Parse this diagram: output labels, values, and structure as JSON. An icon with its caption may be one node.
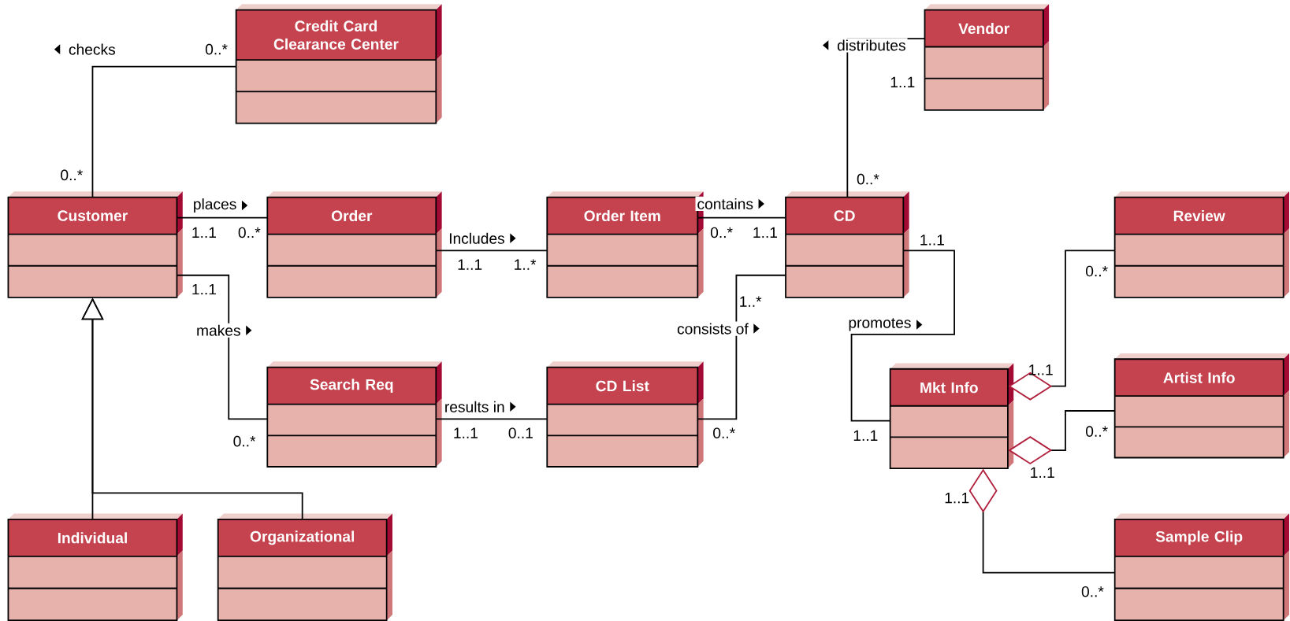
{
  "diagram": {
    "nodes": [
      {
        "text": [
          "Credit Card Clearance Center"
        ]
      },
      {
        "text": [
          "Vendor"
        ]
      },
      {
        "text": [
          "Customer"
        ]
      },
      {
        "text": [
          "Order"
        ]
      },
      {
        "text": [
          "Order Item"
        ]
      },
      {
        "text": [
          "CD"
        ]
      },
      {
        "text": [
          "Review"
        ]
      },
      {
        "text": [
          "Search Req"
        ]
      },
      {
        "text": [
          "CD List"
        ]
      },
      {
        "text": [
          "Mkt Info"
        ]
      },
      {
        "text": [
          "Artist Info"
        ]
      },
      {
        "text": [
          "Individual"
        ]
      },
      {
        "text": [
          "Organizational"
        ]
      },
      {
        "text": [
          "Sample Clip"
        ]
      }
    ],
    "edges": [
      {
        "from": 2,
        "to": 0,
        "arrow": "none",
        "label": "checks"
      },
      {
        "from": 2,
        "to": 3,
        "arrow": "none",
        "label": "places"
      },
      {
        "from": 3,
        "to": 4,
        "arrow": "none",
        "label": "Includes"
      },
      {
        "from": 4,
        "to": 5,
        "arrow": "none",
        "label": "contains"
      },
      {
        "from": 5,
        "to": 1,
        "arrow": "none",
        "label": "distributes"
      },
      {
        "from": 2,
        "to": 7,
        "arrow": "none",
        "label": "makes"
      },
      {
        "from": 7,
        "to": 8,
        "arrow": "none",
        "label": "results in"
      },
      {
        "from": 8,
        "to": 5,
        "arrow": "none",
        "label": "consists of"
      },
      {
        "from": 5,
        "to": 9,
        "arrow": "none",
        "label": "promotes"
      },
      {
        "from": 9,
        "to": 6,
        "arrow": "other"
      },
      {
        "from": 9,
        "to": 10,
        "arrow": "other"
      },
      {
        "from": 9,
        "to": 13,
        "arrow": "other"
      },
      {
        "from": 11,
        "to": 2,
        "arrow": "to"
      },
      {
        "from": 12,
        "to": 2,
        "arrow": "to"
      }
    ],
    "labels": [
      "0..*",
      "1..1",
      "0..*",
      "0..*",
      "1..1",
      "0..*",
      "0..*",
      "1..1",
      "1..1",
      "1..1",
      "1..*",
      "0..*",
      "1..1",
      "1..*",
      "1..1",
      "0..*",
      "1..1",
      "0..1",
      "0..*",
      "1..1",
      "0..*",
      "1..1",
      "1..1",
      "0..*"
    ]
  }
}
